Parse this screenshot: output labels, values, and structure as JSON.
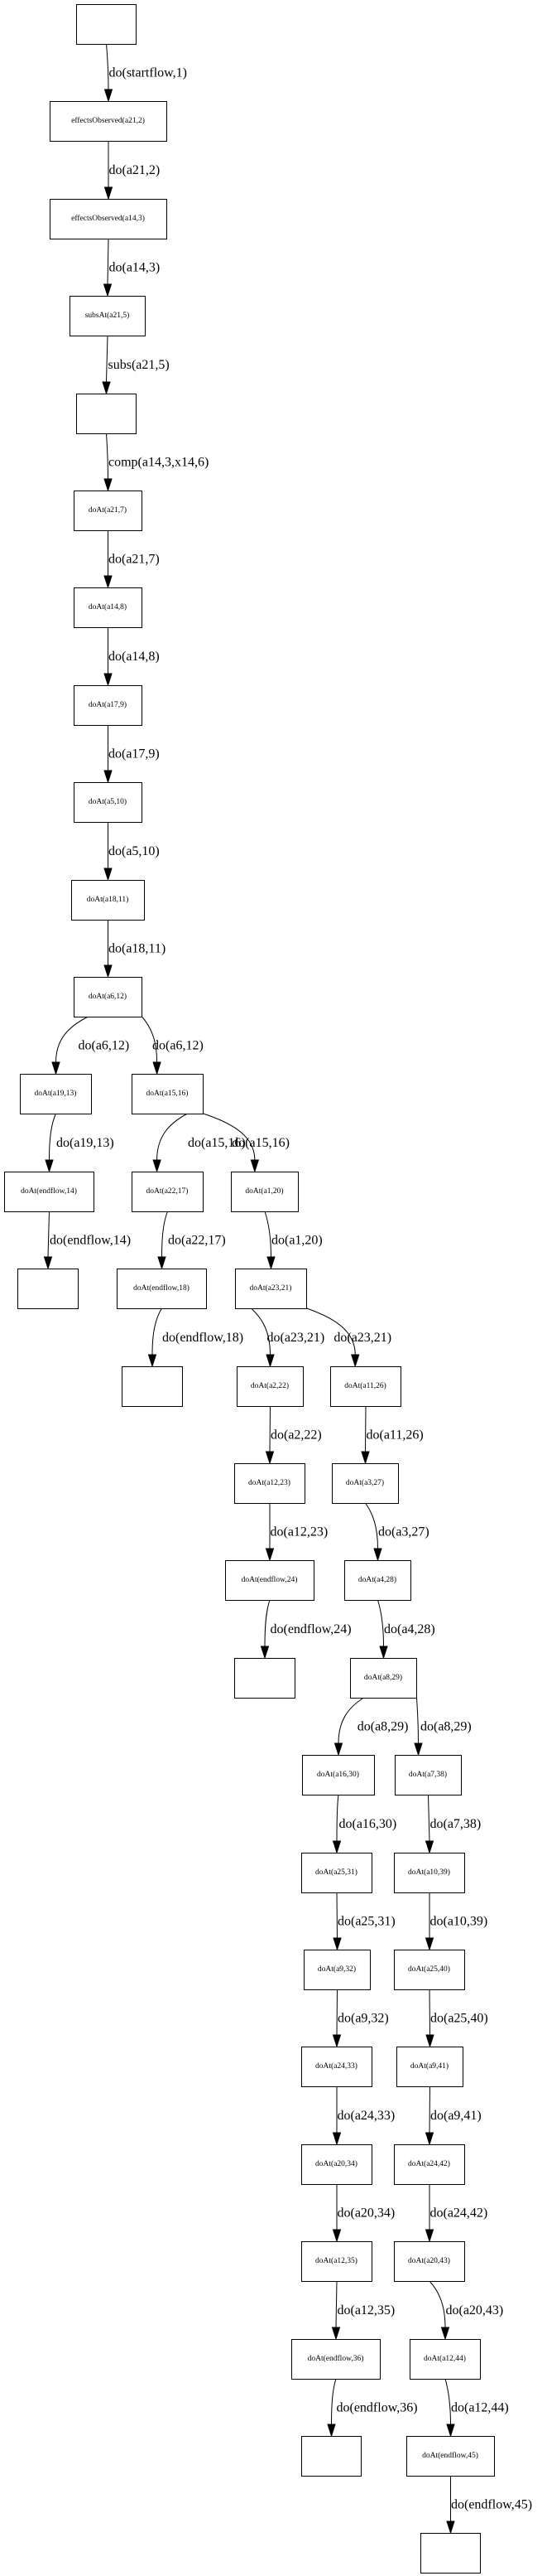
{
  "graph": {
    "type": "directed-tree",
    "nodes": [
      {
        "id": "n0",
        "label": ""
      },
      {
        "id": "n1",
        "label": "effectsObserved(a21,2)"
      },
      {
        "id": "n2",
        "label": "effectsObserved(a14,3)"
      },
      {
        "id": "n3",
        "label": "subsAt(a21,5)"
      },
      {
        "id": "n4",
        "label": ""
      },
      {
        "id": "n5",
        "label": "doAt(a21,7)"
      },
      {
        "id": "n6",
        "label": "doAt(a14,8)"
      },
      {
        "id": "n7",
        "label": "doAt(a17,9)"
      },
      {
        "id": "n8",
        "label": "doAt(a5,10)"
      },
      {
        "id": "n9",
        "label": "doAt(a18,11)"
      },
      {
        "id": "n10",
        "label": "doAt(a6,12)"
      },
      {
        "id": "n11",
        "label": "doAt(a19,13)"
      },
      {
        "id": "n12",
        "label": "doAt(a15,16)"
      },
      {
        "id": "n13",
        "label": "doAt(endflow,14)"
      },
      {
        "id": "n14",
        "label": "doAt(a22,17)"
      },
      {
        "id": "n15",
        "label": "doAt(a1,20)"
      },
      {
        "id": "n16",
        "label": ""
      },
      {
        "id": "n17",
        "label": "doAt(endflow,18)"
      },
      {
        "id": "n18",
        "label": "doAt(a23,21)"
      },
      {
        "id": "n19",
        "label": ""
      },
      {
        "id": "n20",
        "label": "doAt(a2,22)"
      },
      {
        "id": "n21",
        "label": "doAt(a11,26)"
      },
      {
        "id": "n22",
        "label": "doAt(a12,23)"
      },
      {
        "id": "n23",
        "label": "doAt(a3,27)"
      },
      {
        "id": "n24",
        "label": "doAt(endflow,24)"
      },
      {
        "id": "n25",
        "label": "doAt(a4,28)"
      },
      {
        "id": "n26",
        "label": ""
      },
      {
        "id": "n27",
        "label": "doAt(a8,29)"
      },
      {
        "id": "n28",
        "label": "doAt(a16,30)"
      },
      {
        "id": "n29",
        "label": "doAt(a7,38)"
      },
      {
        "id": "n30",
        "label": "doAt(a25,31)"
      },
      {
        "id": "n31",
        "label": "doAt(a10,39)"
      },
      {
        "id": "n32",
        "label": "doAt(a9,32)"
      },
      {
        "id": "n33",
        "label": "doAt(a25,40)"
      },
      {
        "id": "n34",
        "label": "doAt(a24,33)"
      },
      {
        "id": "n35",
        "label": "doAt(a9,41)"
      },
      {
        "id": "n36",
        "label": "doAt(a20,34)"
      },
      {
        "id": "n37",
        "label": "doAt(a24,42)"
      },
      {
        "id": "n38",
        "label": "doAt(a12,35)"
      },
      {
        "id": "n39",
        "label": "doAt(a20,43)"
      },
      {
        "id": "n40",
        "label": "doAt(endflow,36)"
      },
      {
        "id": "n41",
        "label": "doAt(a12,44)"
      },
      {
        "id": "n42",
        "label": ""
      },
      {
        "id": "n43",
        "label": "doAt(endflow,45)"
      },
      {
        "id": "n44",
        "label": ""
      }
    ],
    "edges": [
      {
        "from": "n0",
        "to": "n1",
        "label": "do(startflow,1)"
      },
      {
        "from": "n1",
        "to": "n2",
        "label": "do(a21,2)"
      },
      {
        "from": "n2",
        "to": "n3",
        "label": "do(a14,3)"
      },
      {
        "from": "n3",
        "to": "n4",
        "label": "subs(a21,5)"
      },
      {
        "from": "n4",
        "to": "n5",
        "label": "comp(a14,3,x14,6)"
      },
      {
        "from": "n5",
        "to": "n6",
        "label": "do(a21,7)"
      },
      {
        "from": "n6",
        "to": "n7",
        "label": "do(a14,8)"
      },
      {
        "from": "n7",
        "to": "n8",
        "label": "do(a17,9)"
      },
      {
        "from": "n8",
        "to": "n9",
        "label": "do(a5,10)"
      },
      {
        "from": "n9",
        "to": "n10",
        "label": "do(a18,11)"
      },
      {
        "from": "n10",
        "to": "n11",
        "label": "do(a6,12)"
      },
      {
        "from": "n10",
        "to": "n12",
        "label": "do(a6,12)"
      },
      {
        "from": "n11",
        "to": "n13",
        "label": "do(a19,13)"
      },
      {
        "from": "n12",
        "to": "n14",
        "label": "do(a15,16)"
      },
      {
        "from": "n12",
        "to": "n15",
        "label": "do(a15,16)"
      },
      {
        "from": "n13",
        "to": "n16",
        "label": "do(endflow,14)"
      },
      {
        "from": "n14",
        "to": "n17",
        "label": "do(a22,17)"
      },
      {
        "from": "n15",
        "to": "n18",
        "label": "do(a1,20)"
      },
      {
        "from": "n17",
        "to": "n19",
        "label": "do(endflow,18)"
      },
      {
        "from": "n18",
        "to": "n20",
        "label": "do(a23,21)"
      },
      {
        "from": "n18",
        "to": "n21",
        "label": "do(a23,21)"
      },
      {
        "from": "n20",
        "to": "n22",
        "label": "do(a2,22)"
      },
      {
        "from": "n21",
        "to": "n23",
        "label": "do(a11,26)"
      },
      {
        "from": "n22",
        "to": "n24",
        "label": "do(a12,23)"
      },
      {
        "from": "n23",
        "to": "n25",
        "label": "do(a3,27)"
      },
      {
        "from": "n24",
        "to": "n26",
        "label": "do(endflow,24)"
      },
      {
        "from": "n25",
        "to": "n27",
        "label": "do(a4,28)"
      },
      {
        "from": "n27",
        "to": "n28",
        "label": "do(a8,29)"
      },
      {
        "from": "n27",
        "to": "n29",
        "label": "do(a8,29)"
      },
      {
        "from": "n28",
        "to": "n30",
        "label": "do(a16,30)"
      },
      {
        "from": "n29",
        "to": "n31",
        "label": "do(a7,38)"
      },
      {
        "from": "n30",
        "to": "n32",
        "label": "do(a25,31)"
      },
      {
        "from": "n31",
        "to": "n33",
        "label": "do(a10,39)"
      },
      {
        "from": "n32",
        "to": "n34",
        "label": "do(a9,32)"
      },
      {
        "from": "n33",
        "to": "n35",
        "label": "do(a25,40)"
      },
      {
        "from": "n34",
        "to": "n36",
        "label": "do(a24,33)"
      },
      {
        "from": "n35",
        "to": "n37",
        "label": "do(a9,41)"
      },
      {
        "from": "n36",
        "to": "n38",
        "label": "do(a20,34)"
      },
      {
        "from": "n37",
        "to": "n39",
        "label": "do(a24,42)"
      },
      {
        "from": "n38",
        "to": "n40",
        "label": "do(a12,35)"
      },
      {
        "from": "n39",
        "to": "n41",
        "label": "do(a20,43)"
      },
      {
        "from": "n40",
        "to": "n42",
        "label": "do(endflow,36)"
      },
      {
        "from": "n41",
        "to": "n43",
        "label": "do(a12,44)"
      },
      {
        "from": "n43",
        "to": "n44",
        "label": "do(endflow,45)"
      }
    ]
  }
}
